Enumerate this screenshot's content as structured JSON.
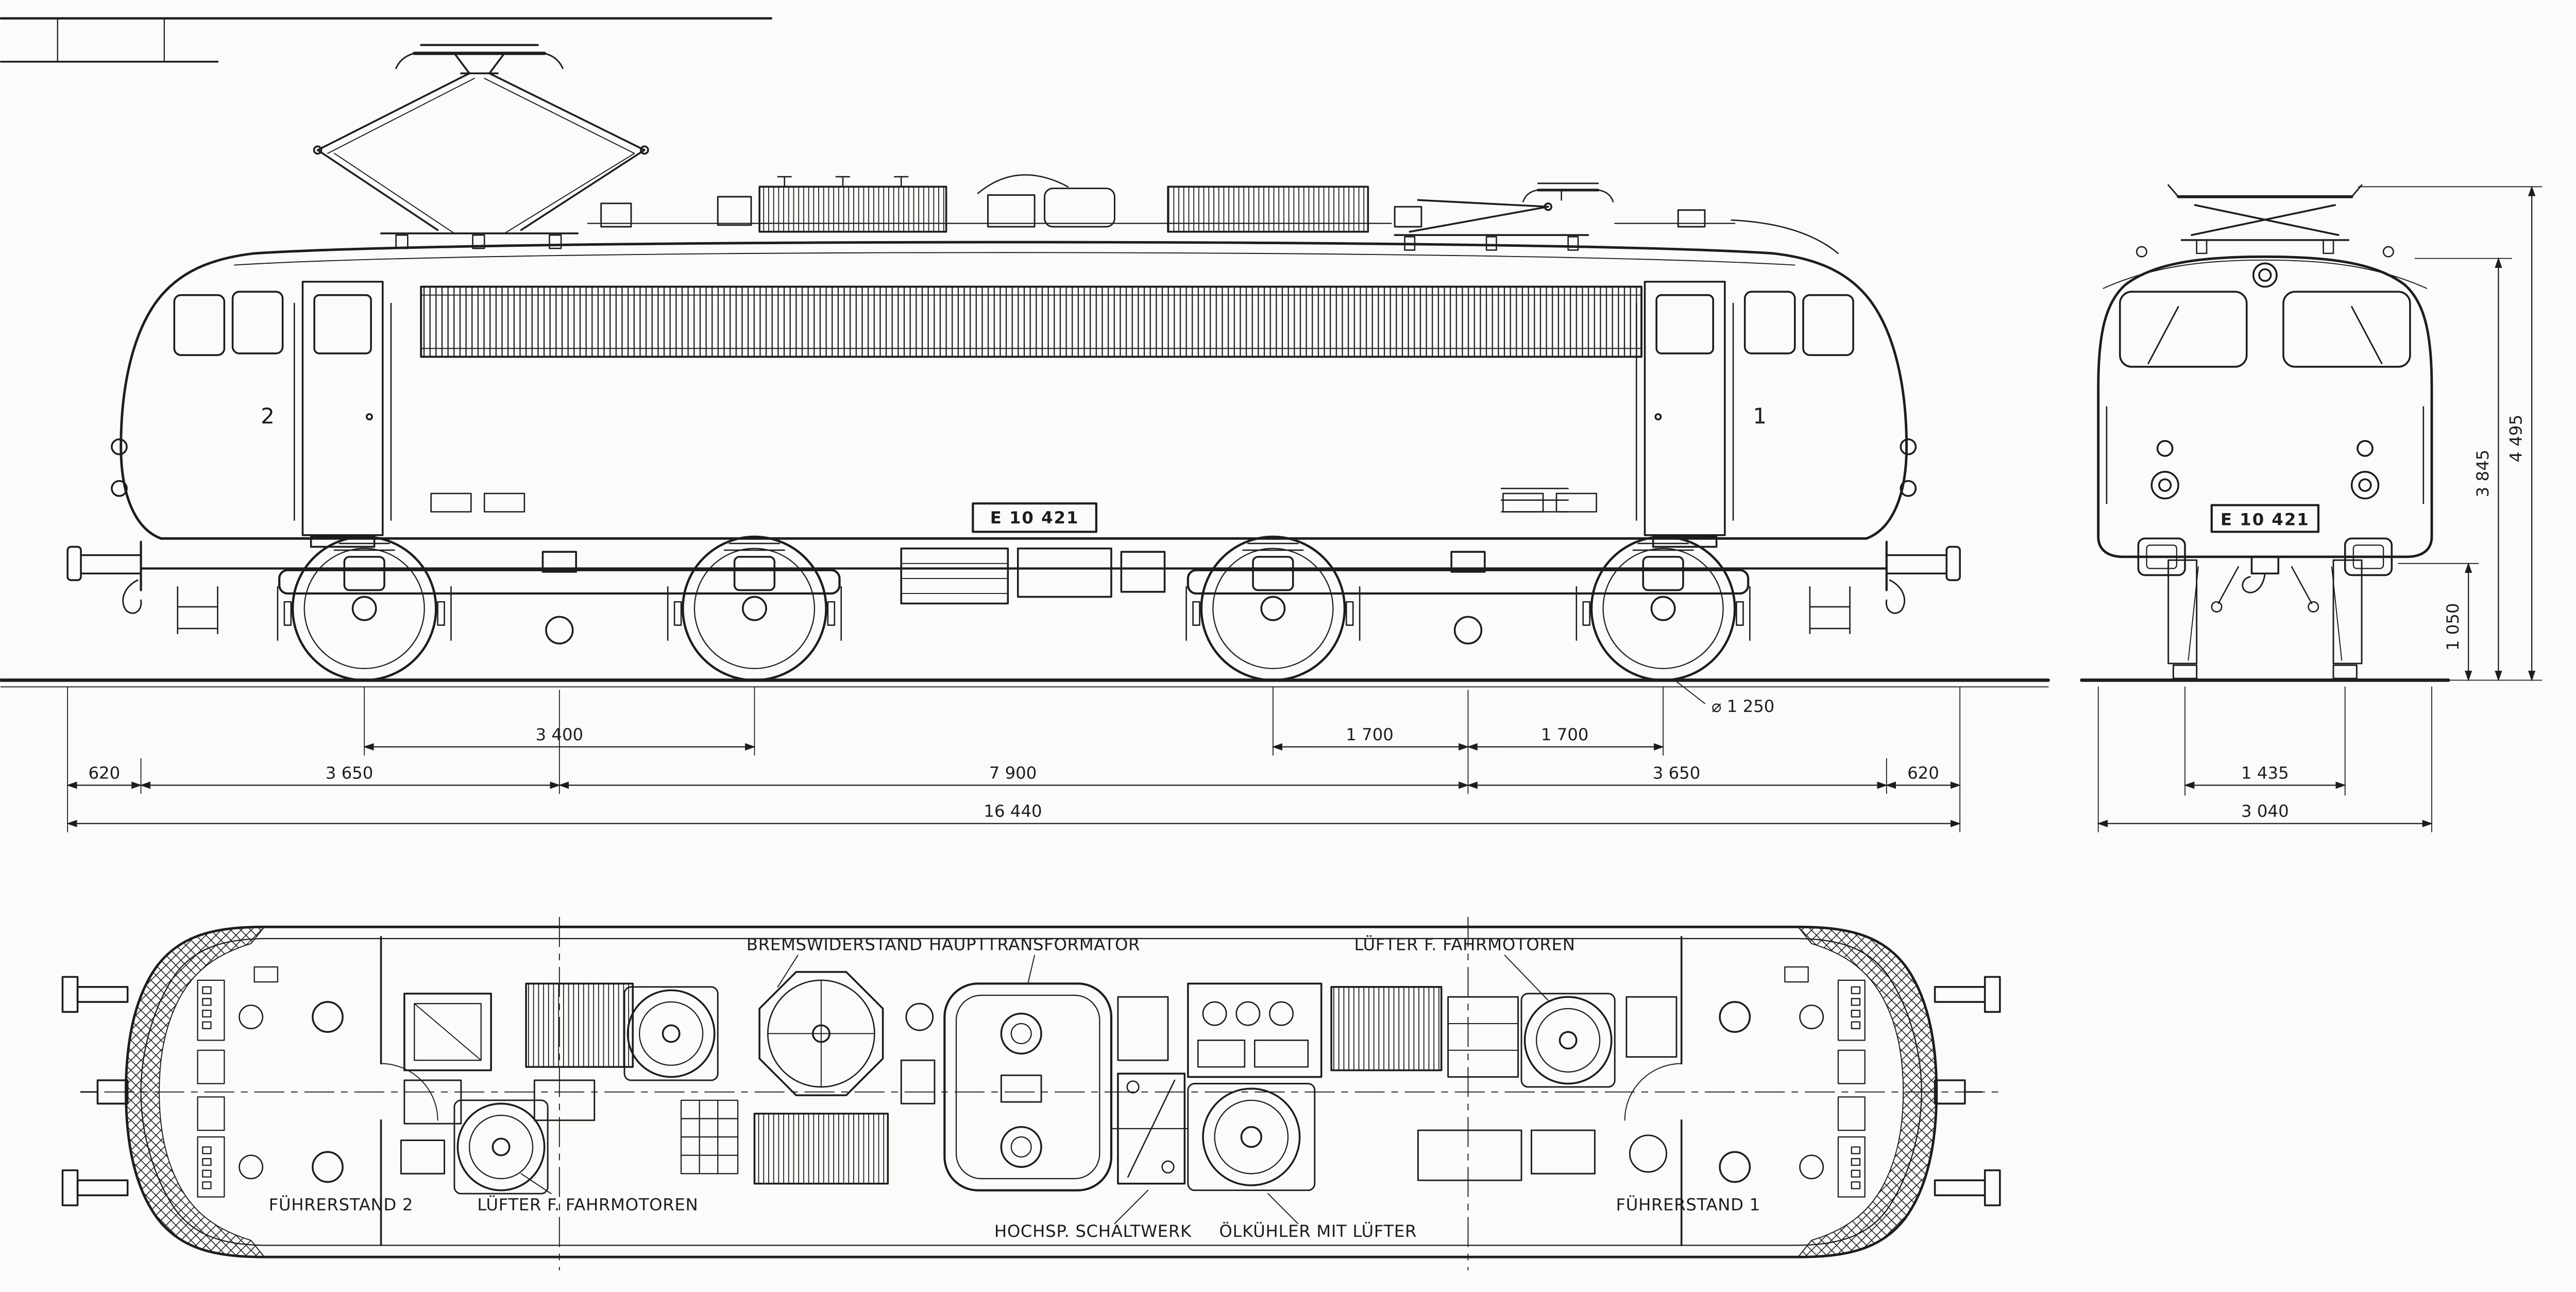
{
  "colors": {
    "ink": "#1d1d1b",
    "paper": "#fbfbf9"
  },
  "side_view": {
    "plate": "E 10 421",
    "cab_number_rear": "2",
    "cab_number_front": "1",
    "wheel_diameter_note": "⌀ 1 250",
    "dims": {
      "buffer_left": "620",
      "overhang_left": "3 650",
      "bogie_wheelbase": "3 400",
      "bogie_pivot_distance": "7 900",
      "half_wheelbase_a": "1 700",
      "half_wheelbase_b": "1 700",
      "overhang_right": "3 650",
      "buffer_right": "620",
      "length_over_buffers": "16 440"
    }
  },
  "front_view": {
    "plate": "E 10 421",
    "dims": {
      "height_over_pantograph": "4 495",
      "height_over_roof": "3 845",
      "buffer_centre_height": "1 050",
      "track_gauge": "1 435",
      "overall_width": "3 040"
    }
  },
  "top_view": {
    "labels": {
      "brake_resistor": "BREMSWIDERSTAND",
      "main_transformer": "HAUPTTRANSFORMATOR",
      "traction_motor_fans_top": "LÜFTER F. FAHRMOTOREN",
      "traction_motor_fans_bottom": "LÜFTER F. FAHRMOTOREN",
      "drivers_cab_2": "FÜHRERSTAND 2",
      "drivers_cab_1": "FÜHRERSTAND 1",
      "hv_switchgear": "HOCHSP. SCHALTWERK",
      "oil_cooler_with_fan": "ÖLKÜHLER MIT LÜFTER"
    }
  }
}
